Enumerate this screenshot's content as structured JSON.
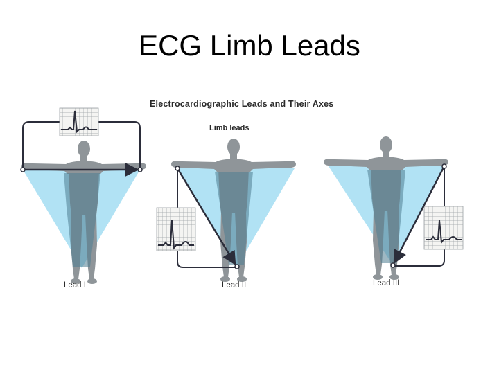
{
  "slide": {
    "title": "ECG Limb Leads"
  },
  "figure": {
    "heading": "Electrocardiographic Leads and Their Axes",
    "subheading": "Limb leads",
    "leads": [
      {
        "label": "Lead I"
      },
      {
        "label": "Lead II"
      },
      {
        "label": "Lead III"
      }
    ]
  },
  "colors": {
    "triangle_fill": "#a9dff3",
    "body_fill": "#8f9599",
    "body_overlap": "#4e7e92",
    "axis_line": "#2b2d3a",
    "ecg_grid": "#9aa0a4"
  }
}
